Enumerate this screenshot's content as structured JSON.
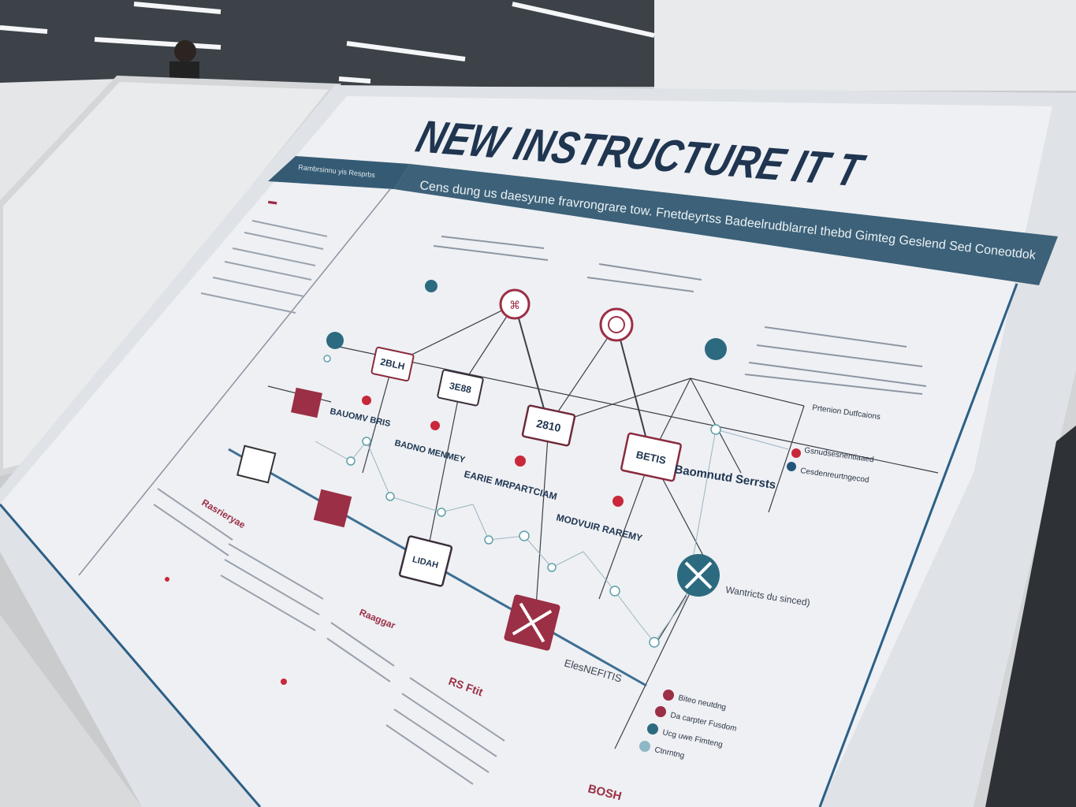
{
  "poster": {
    "title": "NEW INSTRUCTURE IT T",
    "banner": "Cens dung us daesyune fravrongrare tow. Fnetdeyrtss Badeelrudblarrel thebd Gimteg Geslend Sed Coneotdok",
    "side_header": "Rambrsinnu yis Resprbs",
    "left_heading": "Rasrieryae",
    "nodes": [
      "2BLH",
      "3E88",
      "2810",
      "BETIS",
      "LIDAH"
    ],
    "node_captions": [
      "BAUOMV BRIS",
      "BADNO MENMEY",
      "EARIE MRPARTCIAM",
      "MODVUIR RAREMY"
    ],
    "service_label": "Baomnutd Serrsts",
    "bottom_right_label": "Wantricts du sinced)",
    "section_labels": [
      "RS Ftit",
      "Raaggar",
      "BOSH",
      "ElesNEFITIS"
    ],
    "legend": [
      "Biteo neutdng",
      "Da carpter Fusdom",
      "Ucg uwe Fimteng",
      "Ctnrntng"
    ],
    "right_legend": [
      "Prtenion Dutfcaions",
      "Gsnudsesnentiaaed",
      "Cesdenreurtngecod"
    ],
    "colors": {
      "navy": "#1f3a5a",
      "teal": "#2c6a80",
      "crimson": "#9b2f45",
      "red": "#c8283a",
      "paper": "#eef0f4"
    }
  }
}
